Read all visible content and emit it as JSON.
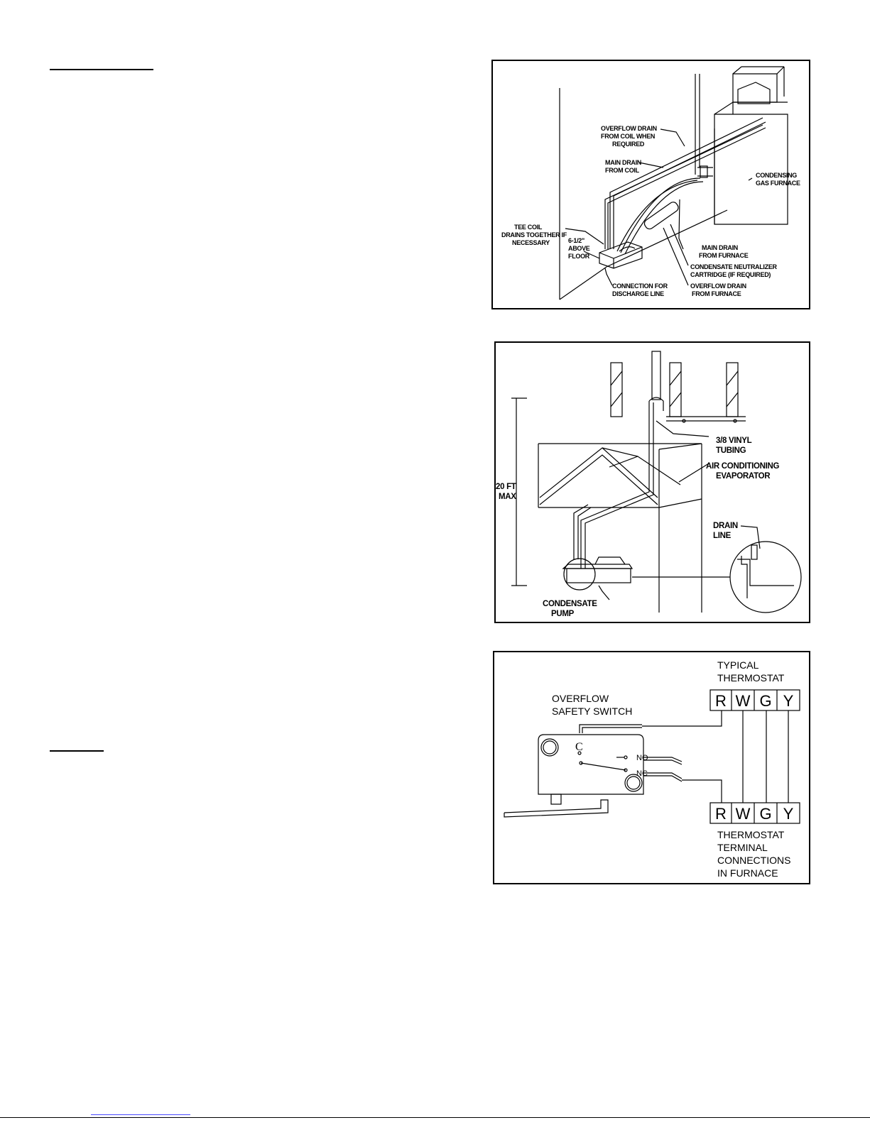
{
  "figure1": {
    "labels": {
      "overflow_coil": [
        "OVERFLOW DRAIN",
        "FROM COIL WHEN",
        "REQUIRED"
      ],
      "main_drain_coil": [
        "MAIN DRAIN",
        "FROM COIL"
      ],
      "condensing_furnace": [
        "CONDENSING",
        "GAS FURNACE"
      ],
      "tee_coil": [
        "TEE COIL",
        "DRAINS TOGETHER IF",
        "NECESSARY"
      ],
      "above_floor": [
        "6-1/2\"",
        "ABOVE",
        "FLOOR"
      ],
      "main_drain_furnace": [
        "MAIN DRAIN",
        "FROM FURNACE"
      ],
      "neutralizer": [
        "CONDENSATE NEUTRALIZER",
        "CARTRIDGE (IF REQUIRED)"
      ],
      "overflow_furnace": [
        "OVERFLOW DRAIN",
        "FROM FURNACE"
      ],
      "discharge": [
        "CONNECTION FOR",
        "DISCHARGE LINE"
      ]
    }
  },
  "figure2": {
    "labels": {
      "vinyl": [
        "3/8 VINYL",
        "TUBING"
      ],
      "evaporator": [
        "AIR CONDITIONING",
        "EVAPORATOR"
      ],
      "height": [
        "20 FT",
        "MAX"
      ],
      "drain_line": [
        "DRAIN",
        "LINE"
      ],
      "pump": [
        "CONDENSATE",
        "PUMP"
      ]
    }
  },
  "figure3": {
    "typical_thermostat": [
      "TYPICAL",
      "THERMOSTAT"
    ],
    "switch_label": [
      "OVERFLOW",
      "SAFETY SWITCH"
    ],
    "contact_c": "C",
    "contact_no": "NO",
    "contact_nc": "NC",
    "terminals": [
      "R",
      "W",
      "G",
      "Y"
    ],
    "furnace_terminals": [
      "THERMOSTAT",
      "TERMINAL",
      "CONNECTIONS",
      "IN FURNACE"
    ]
  }
}
